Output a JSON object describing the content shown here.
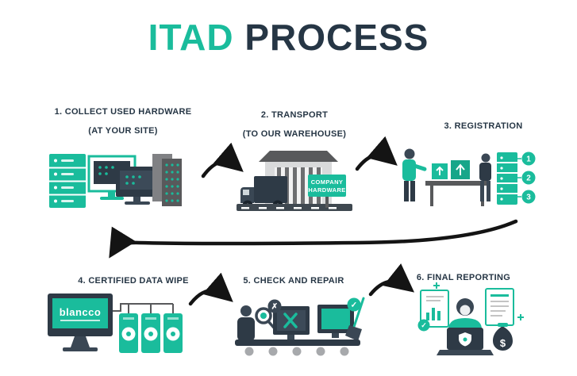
{
  "title": {
    "part1": "ITAD",
    "part2": "PROCESS"
  },
  "steps": [
    {
      "label": "1. COLLECT USED HARDWARE",
      "sublabel": "(AT YOUR SITE)"
    },
    {
      "label": "2. TRANSPORT",
      "sublabel": "(TO OUR WAREHOUSE)"
    },
    {
      "label": "3. REGISTRATION",
      "sublabel": ""
    },
    {
      "label": "4. CERTIFIED DATA WIPE",
      "sublabel": ""
    },
    {
      "label": "5. CHECK AND REPAIR",
      "sublabel": ""
    },
    {
      "label": "6. FINAL REPORTING",
      "sublabel": ""
    }
  ],
  "transport_sign": {
    "line1": "COMPANY",
    "line2": "HARDWARE"
  },
  "registration_badges": [
    "1",
    "2",
    "3"
  ],
  "data_wipe": {
    "brand": "blancco"
  },
  "check_repair": {
    "fail_mark": "✗",
    "pass_mark": "✓"
  },
  "final_reporting": {
    "check_mark": "✓",
    "currency": "$"
  },
  "colors": {
    "accent": "#1abc9c",
    "dark": "#263645",
    "icon_dark": "#2e3a46",
    "icon_gray": "#58595b"
  }
}
